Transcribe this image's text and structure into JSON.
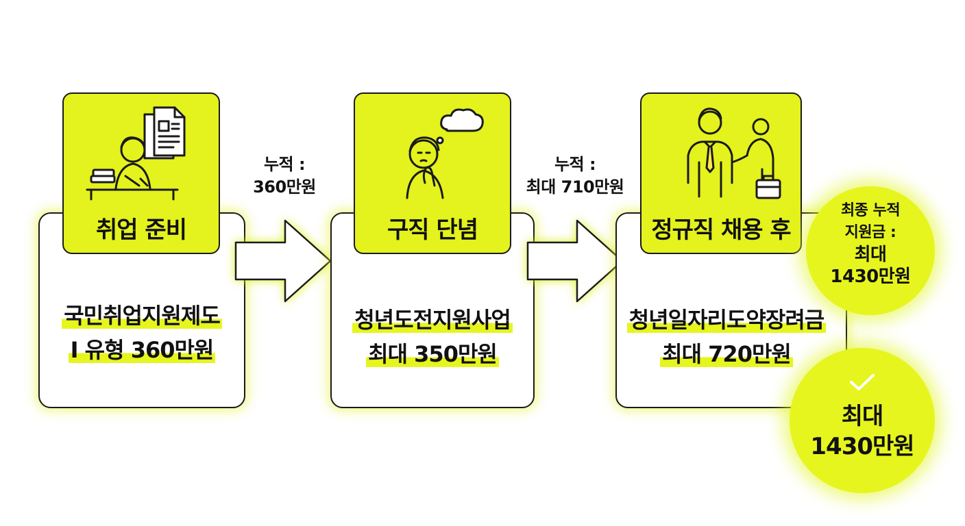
{
  "colors": {
    "accent": "#e4f21d",
    "outline": "#1a1a1a",
    "background": "#ffffff"
  },
  "stages": [
    {
      "title": "취업 준비",
      "icon": "student-studying-icon",
      "program_line1": "국민취업지원제도",
      "program_line2": "I 유형 360만원"
    },
    {
      "title": "구직 단념",
      "icon": "thinking-person-icon",
      "program_line1": "청년도전지원사업",
      "program_line2": "최대 350만원"
    },
    {
      "title": "정규직 채용 후",
      "icon": "job-handshake-icon",
      "program_line1": "청년일자리도약장려금",
      "program_line2": "최대 720만원"
    }
  ],
  "accumulations": [
    {
      "line1": "누적 :",
      "line2": "360만원"
    },
    {
      "line1": "누적 :",
      "line2": "최대 710만원"
    }
  ],
  "final_total": {
    "line1": "최종 누적",
    "line2": "지원금 :",
    "line3": "최대",
    "line4": "1430만원"
  },
  "final_badge": {
    "icon": "checkmark-icon",
    "line1": "최대",
    "line2": "1430만원"
  }
}
